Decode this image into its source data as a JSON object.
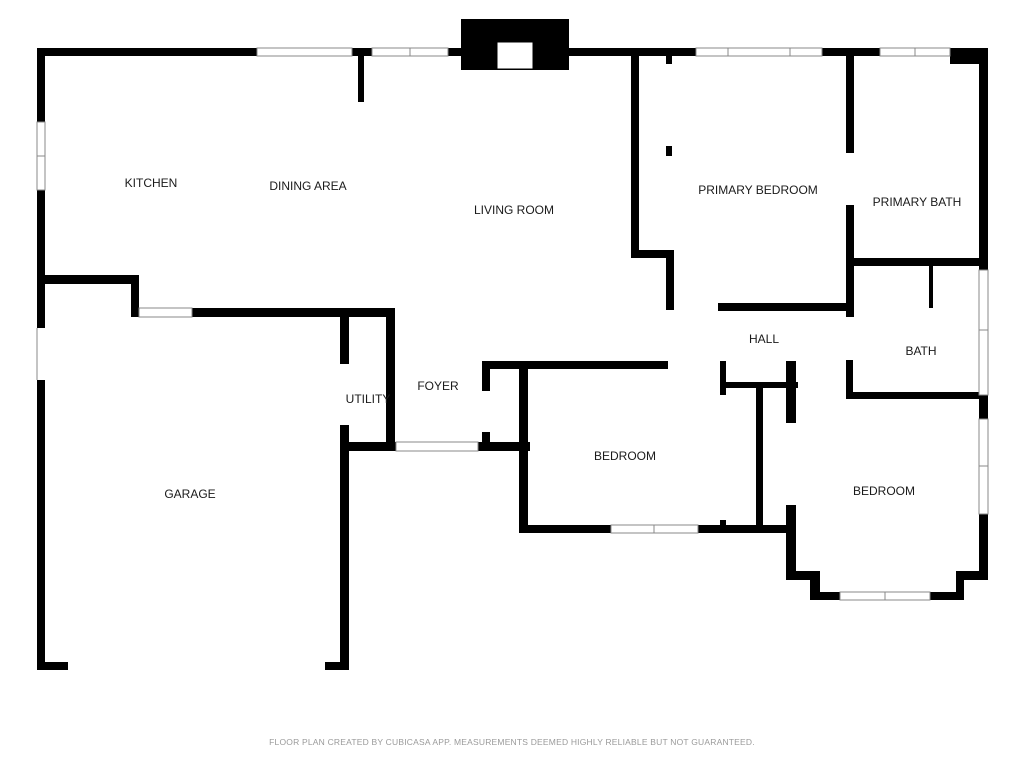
{
  "rooms": {
    "kitchen": "KITCHEN",
    "dining_area": "DINING AREA",
    "living_room": "LIVING ROOM",
    "primary_bedroom": "PRIMARY BEDROOM",
    "primary_bath": "PRIMARY BATH",
    "hall": "HALL",
    "bath": "BATH",
    "foyer": "FOYER",
    "utility": "UTILITY",
    "garage": "GARAGE",
    "bedroom_1": "BEDROOM",
    "bedroom_2": "BEDROOM"
  },
  "footer": "FLOOR PLAN CREATED BY CUBICASA APP. MEASUREMENTS DEEMED HIGHLY RELIABLE BUT NOT GUARANTEED."
}
